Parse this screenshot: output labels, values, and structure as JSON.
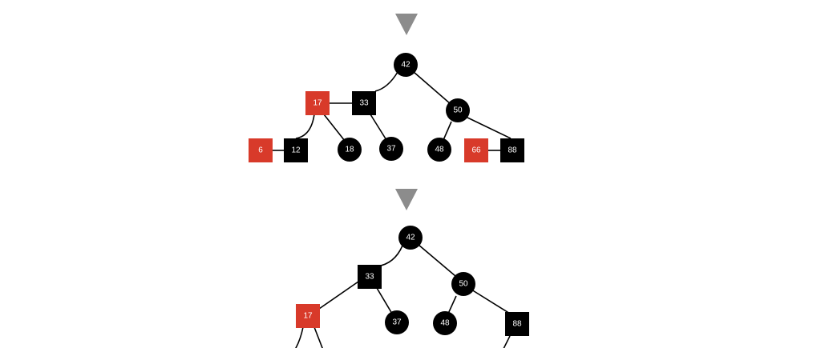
{
  "colors": {
    "black_node": "#000000",
    "red_node": "#d83a2a",
    "label": "#ffffff",
    "edge": "#000000",
    "arrow": "#8c8c8c"
  },
  "tree_before": {
    "nodes": {
      "n42": {
        "label": "42",
        "shape": "circle",
        "color": "black"
      },
      "n17": {
        "label": "17",
        "shape": "square",
        "color": "red"
      },
      "n33": {
        "label": "33",
        "shape": "square",
        "color": "black"
      },
      "n50": {
        "label": "50",
        "shape": "circle",
        "color": "black"
      },
      "n6": {
        "label": "6",
        "shape": "square",
        "color": "red"
      },
      "n12": {
        "label": "12",
        "shape": "square",
        "color": "black"
      },
      "n18": {
        "label": "18",
        "shape": "circle",
        "color": "black"
      },
      "n37": {
        "label": "37",
        "shape": "circle",
        "color": "black"
      },
      "n48": {
        "label": "48",
        "shape": "circle",
        "color": "black"
      },
      "n66": {
        "label": "66",
        "shape": "square",
        "color": "red"
      },
      "n88": {
        "label": "88",
        "shape": "square",
        "color": "black"
      }
    }
  },
  "tree_after": {
    "nodes": {
      "n42": {
        "label": "42",
        "shape": "circle",
        "color": "black"
      },
      "n33": {
        "label": "33",
        "shape": "square",
        "color": "black"
      },
      "n50": {
        "label": "50",
        "shape": "circle",
        "color": "black"
      },
      "n17": {
        "label": "17",
        "shape": "square",
        "color": "red"
      },
      "n37": {
        "label": "37",
        "shape": "circle",
        "color": "black"
      },
      "n48": {
        "label": "48",
        "shape": "circle",
        "color": "black"
      },
      "n88": {
        "label": "88",
        "shape": "square",
        "color": "black"
      }
    }
  }
}
